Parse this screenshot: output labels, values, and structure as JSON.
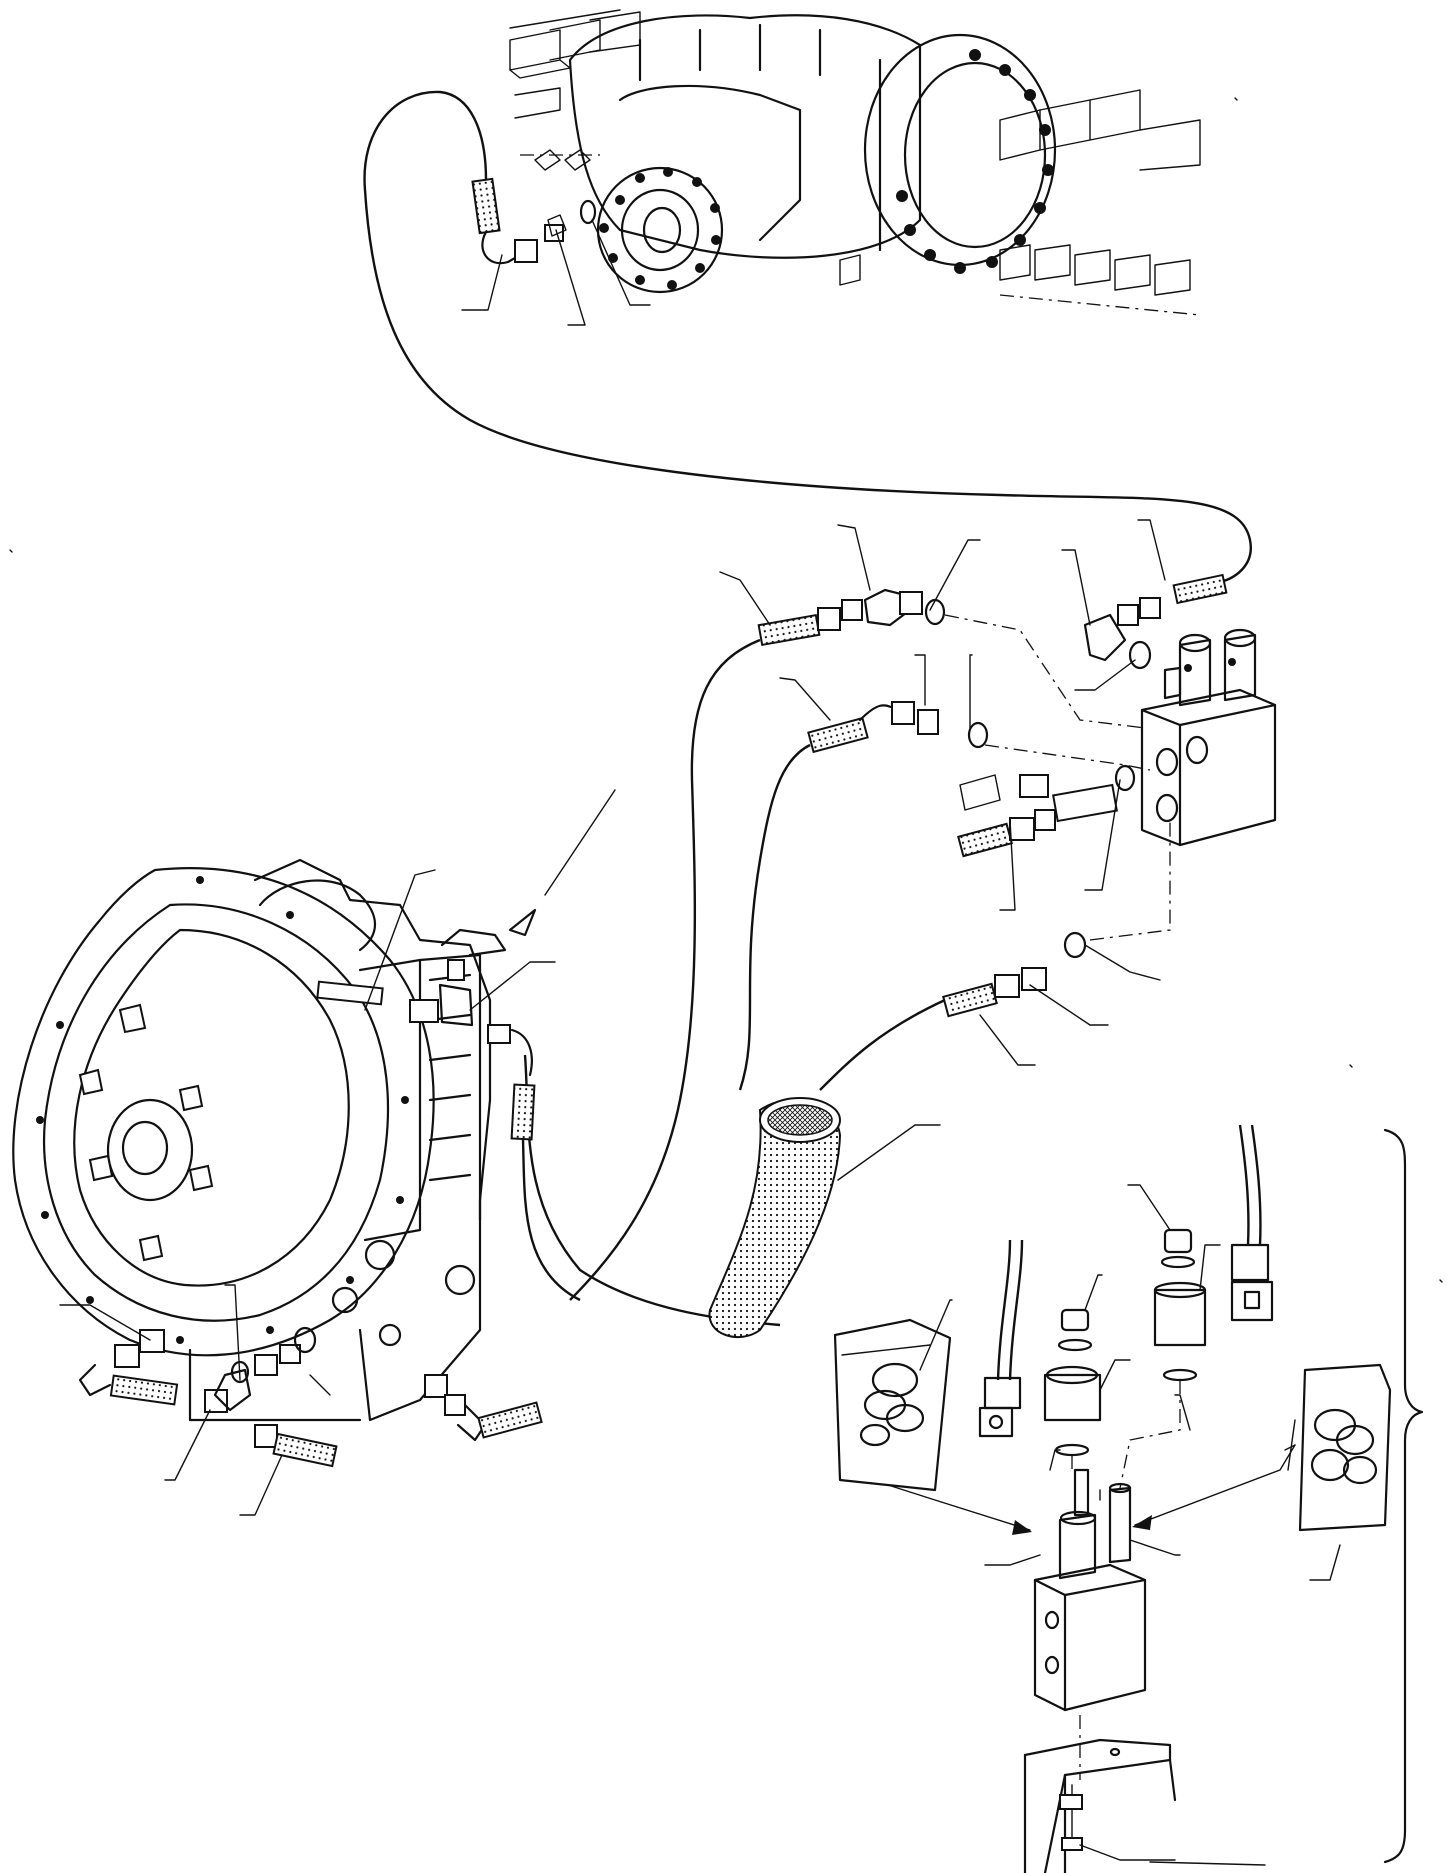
{
  "diagram": {
    "style_colors": {
      "ink": "#111111",
      "paper": "#ffffff"
    },
    "components": [
      "axle-assembly",
      "transmission-assembly",
      "solenoid-valve-block",
      "protective-sleeve",
      "valve-exploded-view",
      "seal-kit-bag-left",
      "seal-kit-bag-right",
      "mounting-bracket"
    ]
  }
}
